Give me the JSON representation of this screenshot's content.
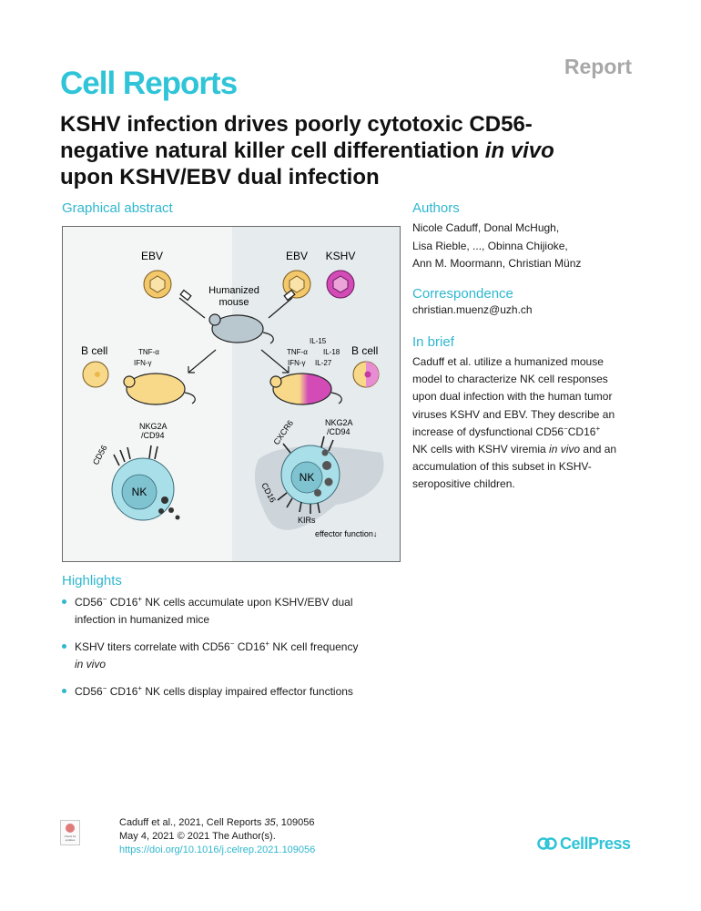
{
  "header": {
    "report_label": "Report",
    "journal": "Cell Reports",
    "title_line1": "KSHV infection drives poorly cytotoxic CD56-",
    "title_line2_pre": "negative natural killer cell differentiation ",
    "title_line2_em": "in vivo",
    "title_line3": "upon KSHV/EBV dual infection"
  },
  "graphical_abstract": {
    "heading": "Graphical abstract",
    "labels": {
      "ebv_left": "EBV",
      "ebv_right": "EBV",
      "kshv": "KSHV",
      "humanized_1": "Humanized",
      "humanized_2": "mouse",
      "bcell_left": "B cell",
      "bcell_right": "B cell",
      "tnf_left": "TNF-α",
      "ifn_left": "IFN-γ",
      "il15": "IL-15",
      "tnf_right": "TNF-α",
      "il18": "IL-18",
      "ifn_right": "IFN-γ",
      "il27": "IL-27",
      "nkg2a_left_1": "NKG2A",
      "nkg2a_left_2": "/CD94",
      "cd56": "CD56",
      "nk_left": "NK",
      "cxcr6": "CXCR6",
      "nkg2a_right_1": "NKG2A",
      "nkg2a_right_2": "/CD94",
      "nk_right": "NK",
      "cd16": "CD16",
      "kirs": "KIRs",
      "effector": "effector function↓"
    }
  },
  "authors": {
    "heading": "Authors",
    "line1": "Nicole Caduff, Donal McHugh,",
    "line2": "Lisa Rieble, ..., Obinna Chijioke,",
    "line3": "Ann M. Moormann, Christian Münz"
  },
  "correspondence": {
    "heading": "Correspondence",
    "email": "christian.muenz@uzh.ch"
  },
  "in_brief": {
    "heading": "In brief",
    "line1": "Caduff et al. utilize a humanized mouse",
    "line2": "model to characterize NK cell responses",
    "line3": "upon dual infection with the human tumor",
    "line4": "viruses KSHV and EBV. They describe an",
    "line5_pre": "increase of dysfunctional CD56",
    "sup_minus": "−",
    "line5_mid": "CD16",
    "sup_plus": "+",
    "line6_pre": "NK cells with KSHV viremia ",
    "line6_em": "in vivo",
    "line6_post": " and an",
    "line7": "accumulation of this subset in KSHV-",
    "line8": "seropositive children."
  },
  "highlights": {
    "heading": "Highlights",
    "items": [
      {
        "a": "CD56",
        "sup1": "−",
        "b": " CD16",
        "sup2": "+",
        "c": " NK cells accumulate upon KSHV/EBV dual",
        "d": "infection in humanized mice"
      },
      {
        "a": "KSHV titers correlate with CD56",
        "sup1": "−",
        "b": " CD16",
        "sup2": "+",
        "c": " NK cell frequency",
        "d_em": "in vivo"
      },
      {
        "a": "CD56",
        "sup1": "−",
        "b": " CD16",
        "sup2": "+",
        "c": " NK cells display impaired effector functions"
      }
    ]
  },
  "citation": {
    "line1_pre": "Caduff et al., 2021, Cell Reports ",
    "volume": "35",
    "line1_post": ", 109056",
    "line2": "May 4, 2021 © 2021 The Author(s).",
    "doi": "https://doi.org/10.1016/j.celrep.2021.109056"
  },
  "badge": {
    "text": "Check for updates"
  },
  "publisher": {
    "name": "CellPress"
  },
  "colors": {
    "accent": "#2fc4d8",
    "mouse_grey": "#b9c7cf",
    "mouse_yellow": "#f8d98a",
    "kshv_magenta": "#d24bb7",
    "nk_cell": "#a8dfe8",
    "virus_yellow": "#f2c86b"
  }
}
